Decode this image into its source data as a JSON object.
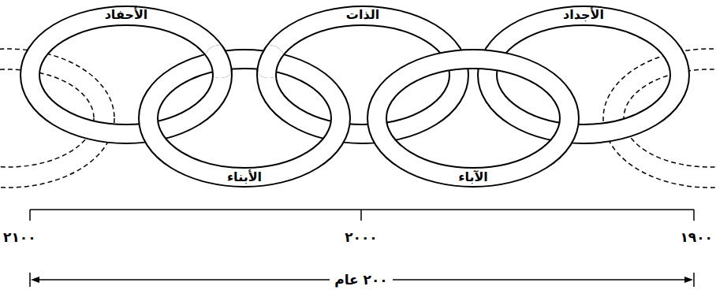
{
  "diagram": {
    "nodes": [
      {
        "text": [
          "الأجداد"
        ]
      },
      {
        "text": [
          "الآباء"
        ]
      },
      {
        "text": [
          "الذات"
        ]
      },
      {
        "text": [
          "الأبناء"
        ]
      },
      {
        "text": [
          "الأحفاد"
        ]
      }
    ],
    "labels": [
      "١٩٠٠",
      "٢٠٠٠",
      "٢١٠٠",
      "٢٠٠ عام"
    ]
  }
}
